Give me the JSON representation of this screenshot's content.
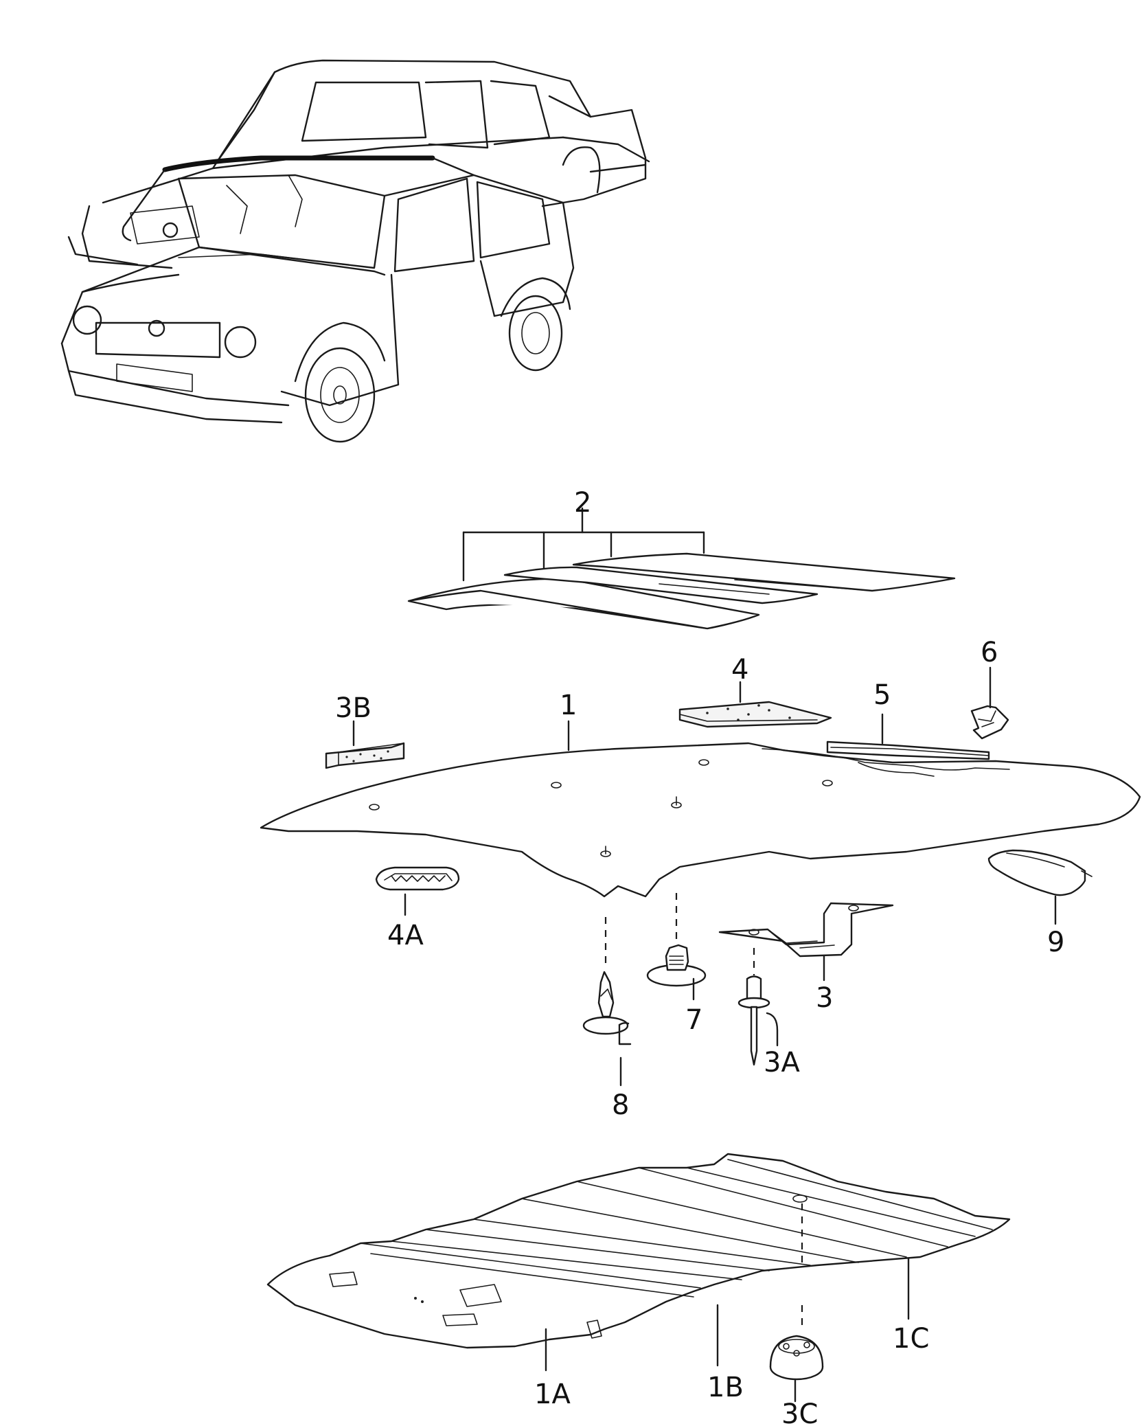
{
  "labels": {
    "l1": "1",
    "l1A": "1A",
    "l1B": "1B",
    "l1C": "1C",
    "l2": "2",
    "l3": "3",
    "l3A": "3A",
    "l3B": "3B",
    "l3C": "3C",
    "l4": "4",
    "l4A": "4A",
    "l5": "5",
    "l6": "6",
    "l7": "7",
    "l8": "8",
    "l9": "9"
  }
}
